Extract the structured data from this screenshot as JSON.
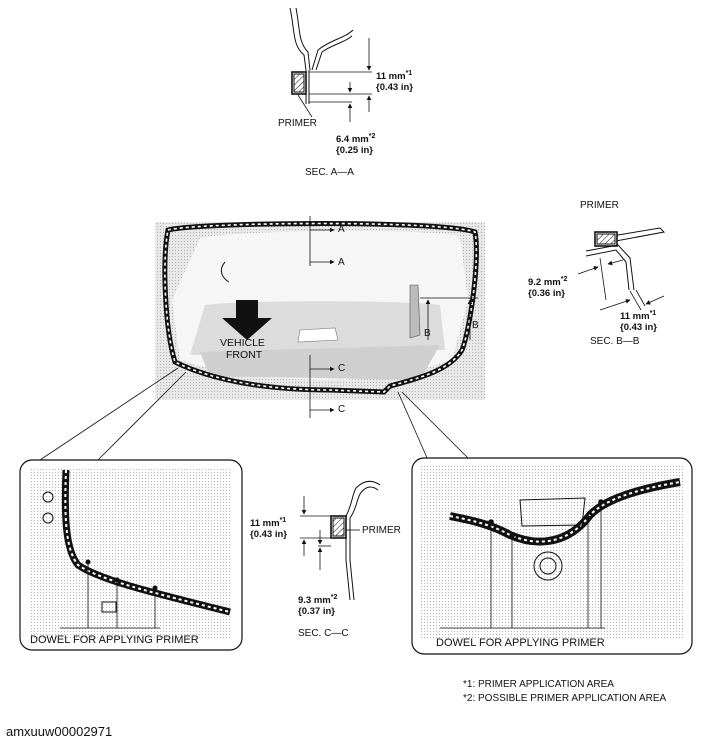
{
  "sec_aa": {
    "dim1": "11 mm",
    "dim1_sup": "*1",
    "dim1_in": "{0.43 in}",
    "dim2": "6.4 mm",
    "dim2_sup": "*2",
    "dim2_in": "{0.25 in}",
    "primer": "PRIMER",
    "title": "SEC. A—A"
  },
  "sec_bb": {
    "primer": "PRIMER",
    "dim2": "9.2 mm",
    "dim2_sup": "*2",
    "dim2_in": "{0.36 in}",
    "dim1": "11 mm",
    "dim1_sup": "*1",
    "dim1_in": "{0.43 in}",
    "title": "SEC. B—B"
  },
  "sec_cc": {
    "dim1": "11 mm",
    "dim1_sup": "*1",
    "dim1_in": "{0.43 in}",
    "primer": "PRIMER",
    "dim2": "9.3 mm",
    "dim2_sup": "*2",
    "dim2_in": "{0.37 in}",
    "title": "SEC. C—C"
  },
  "main_view": {
    "label_a_top": "A",
    "label_a_bottom": "A",
    "label_b_left": "B",
    "label_b_right": "B",
    "label_c_top": "C",
    "label_c_bottom": "C",
    "vehicle_front": "VEHICLE",
    "vehicle_front2": "FRONT"
  },
  "detail_left": {
    "caption": "DOWEL FOR APPLYING PRIMER"
  },
  "detail_right": {
    "caption": "DOWEL FOR APPLYING PRIMER"
  },
  "notes": [
    "*1: PRIMER APPLICATION AREA",
    "*2: POSSIBLE PRIMER APPLICATION AREA"
  ],
  "code": "amxuuw00002971"
}
